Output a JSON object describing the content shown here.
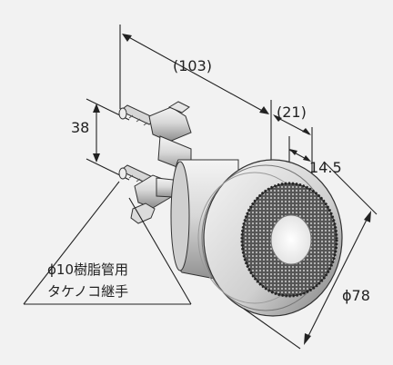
{
  "dimensions": {
    "overall_length": "(103)",
    "face_depth": "(21)",
    "inlet_offset": "14.5",
    "pipe_spacing": "38",
    "diameter": "ϕ78"
  },
  "callout": {
    "line1": "ϕ10樹脂管用",
    "line2": "タケノコ継手"
  },
  "colors": {
    "background": "#f2f2f2",
    "line": "#222222",
    "body_light": "#e8e8e8",
    "body_dark": "#8a8a8a",
    "mesh": "#4a4a4a"
  }
}
